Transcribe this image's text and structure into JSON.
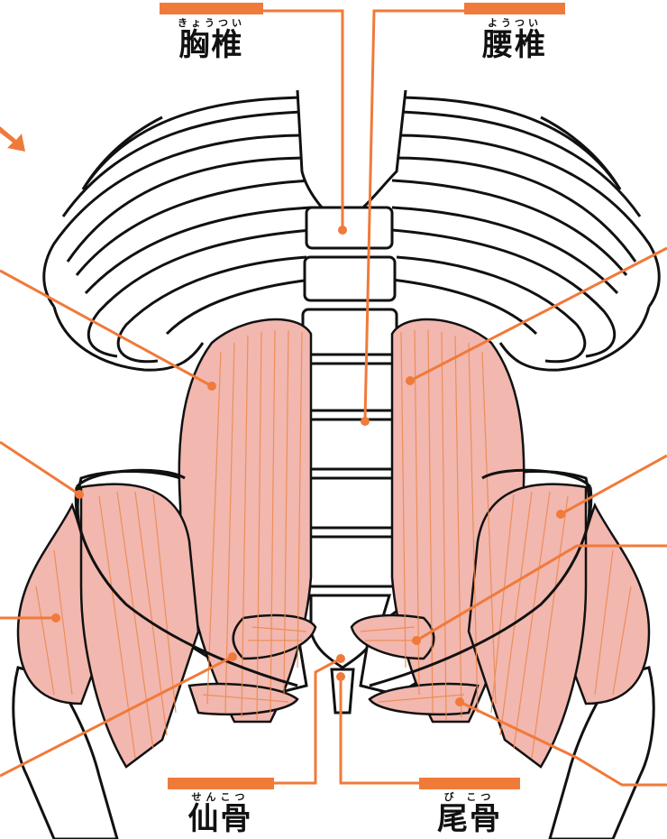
{
  "labels": {
    "thoracic": {
      "ruby": "きょうつい",
      "kanji": "胸椎"
    },
    "lumbar": {
      "ruby": "ようつい",
      "kanji": "腰椎"
    },
    "sacrum": {
      "ruby": "せんこつ",
      "kanji": "仙骨"
    },
    "coccyx": {
      "ruby": "び こつ",
      "kanji": "尾骨"
    }
  },
  "colors": {
    "leader": "#f07a3a",
    "muscle_fill": "#f2b7ae",
    "muscle_fiber": "#ec8a52",
    "bone_outline": "#111111"
  }
}
